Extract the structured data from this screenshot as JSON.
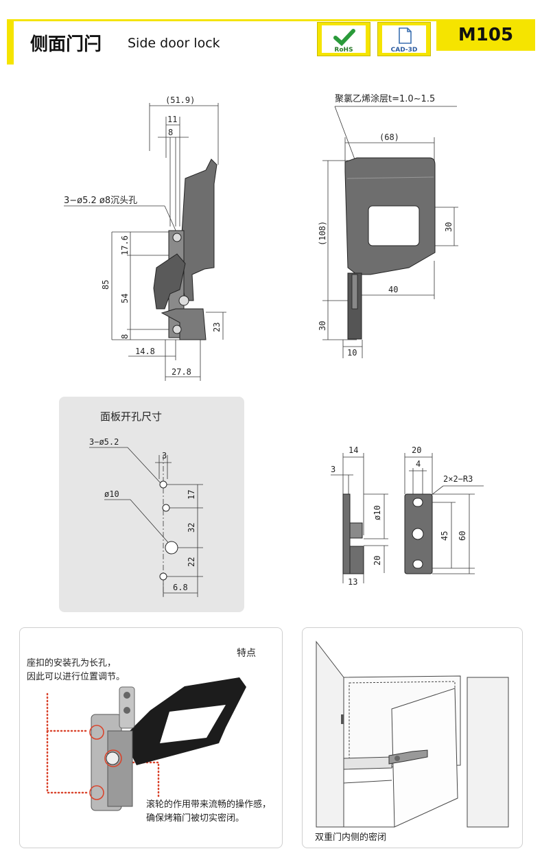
{
  "header": {
    "title_cn": "侧面门闩",
    "title_en": "Side door lock",
    "badge_rohs": "RoHS",
    "badge_cad": "CAD-3D",
    "model": "M105"
  },
  "colors": {
    "accent": "#f5e400",
    "part": "#6e6e6e",
    "dotted": "#d9442c"
  },
  "drawing_left": {
    "dim_total_width": "(51.9)",
    "dim_11": "11",
    "dim_8_top": "8",
    "hole_note": "3−ø5.2 ø8沉头孔",
    "dim_85": "85",
    "dim_17_6": "17.6",
    "dim_54": "54",
    "dim_8_bottom": "8",
    "dim_23": "23",
    "dim_14_8": "14.8",
    "dim_27_8": "27.8"
  },
  "drawing_right": {
    "coating_note": "聚氯乙烯涂层t=1.0∼1.5",
    "dim_68": "(68)",
    "dim_108": "(108)",
    "dim_30_window": "30",
    "dim_40": "40",
    "dim_30_bottom": "30",
    "dim_10": "10"
  },
  "panel_cutout": {
    "title": "面板开孔尺寸",
    "hole_note": "3−ø5.2",
    "dim_3": "3",
    "dim_d10": "ø10",
    "dim_17": "17",
    "dim_32": "32",
    "dim_22": "22",
    "dim_6_8": "6.8"
  },
  "drawing_keeper": {
    "dim_14": "14",
    "dim_3": "3",
    "dim_d10": "ø10",
    "dim_20_side": "20",
    "dim_13": "13",
    "dim_20_top": "20",
    "dim_4": "4",
    "slot_note": "2×2−R3",
    "dim_45": "45",
    "dim_60": "60"
  },
  "features": {
    "title": "特点",
    "note_slot_line1": "座扣的安装孔为长孔，",
    "note_slot_line2": "因此可以进行位置调节。",
    "note_roller_line1": "滚轮的作用带来流畅的操作感，",
    "note_roller_line2": "确保烤箱门被切实密闭。"
  },
  "application": {
    "caption": "双重门内侧的密闭"
  }
}
